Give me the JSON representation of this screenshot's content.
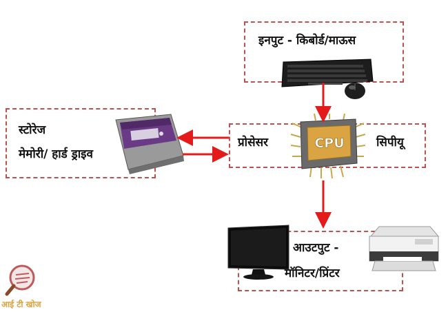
{
  "input": {
    "label": "इनपुट  -  किबोर्ड/माऊस"
  },
  "storage": {
    "line1": "स्टोरेज",
    "line2": "मेमोरी/ हार्ड ड्राइव"
  },
  "processor": {
    "left_label": "प्रोसेसर",
    "right_label": "सिपीयू",
    "chip_text": "CPU"
  },
  "output": {
    "line1": "आउटपुट  -",
    "line2": "मॉनिटर/प्रिंटर"
  },
  "watermark": {
    "text": "आई  टी  खोज"
  },
  "colors": {
    "box_border": "#c0504d",
    "arrow": "#e31b1b",
    "chip_gold": "#d9a441",
    "watermark": "#d9a441"
  }
}
